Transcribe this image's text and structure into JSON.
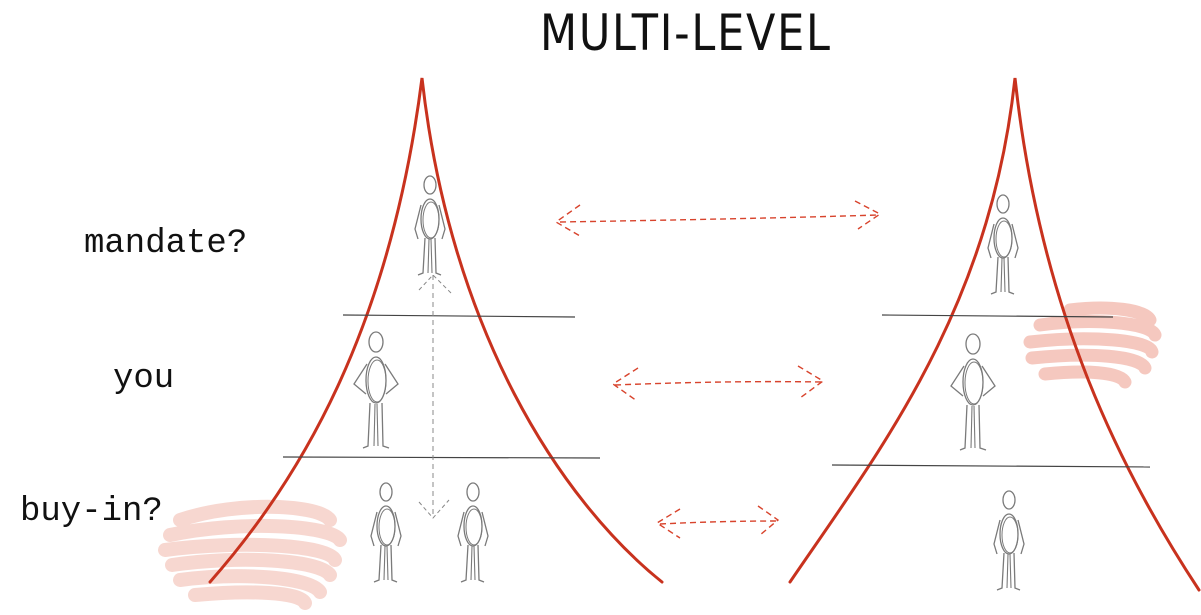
{
  "title": "MULTI-LEVEL",
  "levels": {
    "top": "mandate?",
    "middle": "you",
    "bottom": "buy-in?"
  },
  "colors": {
    "pyramid_line": "#c8321e",
    "arrow": "#d8432c",
    "divider": "#444444",
    "figure": "#7a7a7a",
    "highlight": "#f1b6aa",
    "text": "#111111"
  }
}
